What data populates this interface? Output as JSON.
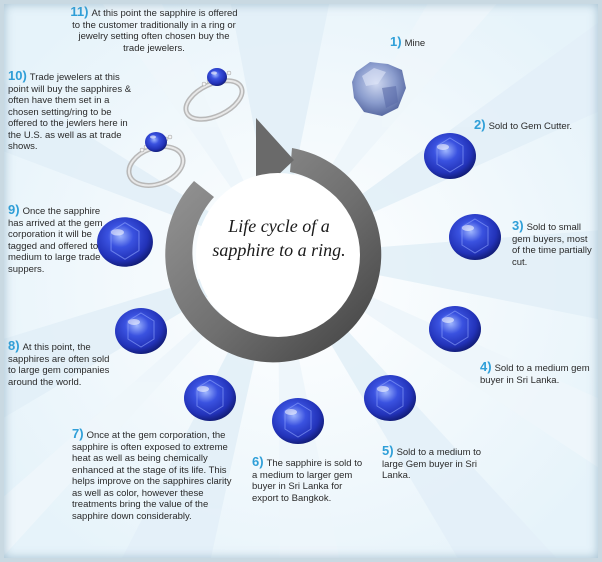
{
  "title": {
    "line1": "Life cycle of a",
    "line2": "sapphire to a ring."
  },
  "steps": [
    {
      "num": "1)",
      "text": "Mine"
    },
    {
      "num": "2)",
      "text": "Sold to Gem Cutter."
    },
    {
      "num": "3)",
      "text": "Sold to small gem buyers, most of the time partially cut."
    },
    {
      "num": "4)",
      "text": "Sold to a medium gem buyer in Sri Lanka."
    },
    {
      "num": "5)",
      "text": "Sold to a medium to large Gem buyer in Sri Lanka."
    },
    {
      "num": "6)",
      "text": "The sapphire is sold to a medium to larger gem buyer in Sri Lanka for export to Bangkok."
    },
    {
      "num": "7)",
      "text": "Once at the gem corporation, the sapphire is often exposed to extreme heat as well as being chemically enhanced at the stage of its life. This helps improve on the sapphires clarity as well as color, however these treatments bring the value of the sapphire down considerably."
    },
    {
      "num": "8)",
      "text": "At this point, the sapphires are often sold to large gem companies around the world."
    },
    {
      "num": "9)",
      "text": "Once the sapphire has arrived at the gem corporation it will be tagged and offered to medium to large trade suppers."
    },
    {
      "num": "10)",
      "text": "Trade jewelers at this point will buy the sapphires & often have them set in a chosen setting/ring to be offered to the jewlers here in the U.S. as well as at trade shows."
    },
    {
      "num": "11)",
      "text": "At this point the sapphire is offered to the customer traditionally in a ring or jewelry setting often chosen buy the trade jewelers."
    }
  ],
  "colors": {
    "number": "#2f9fd8",
    "gem": "#2f3fd0",
    "arrow": "#777777",
    "frame": "#c9d9e2"
  },
  "icons": [
    "rough-sapphire",
    "cut-sapphire",
    "sapphire-ring",
    "cycle-arrow"
  ]
}
